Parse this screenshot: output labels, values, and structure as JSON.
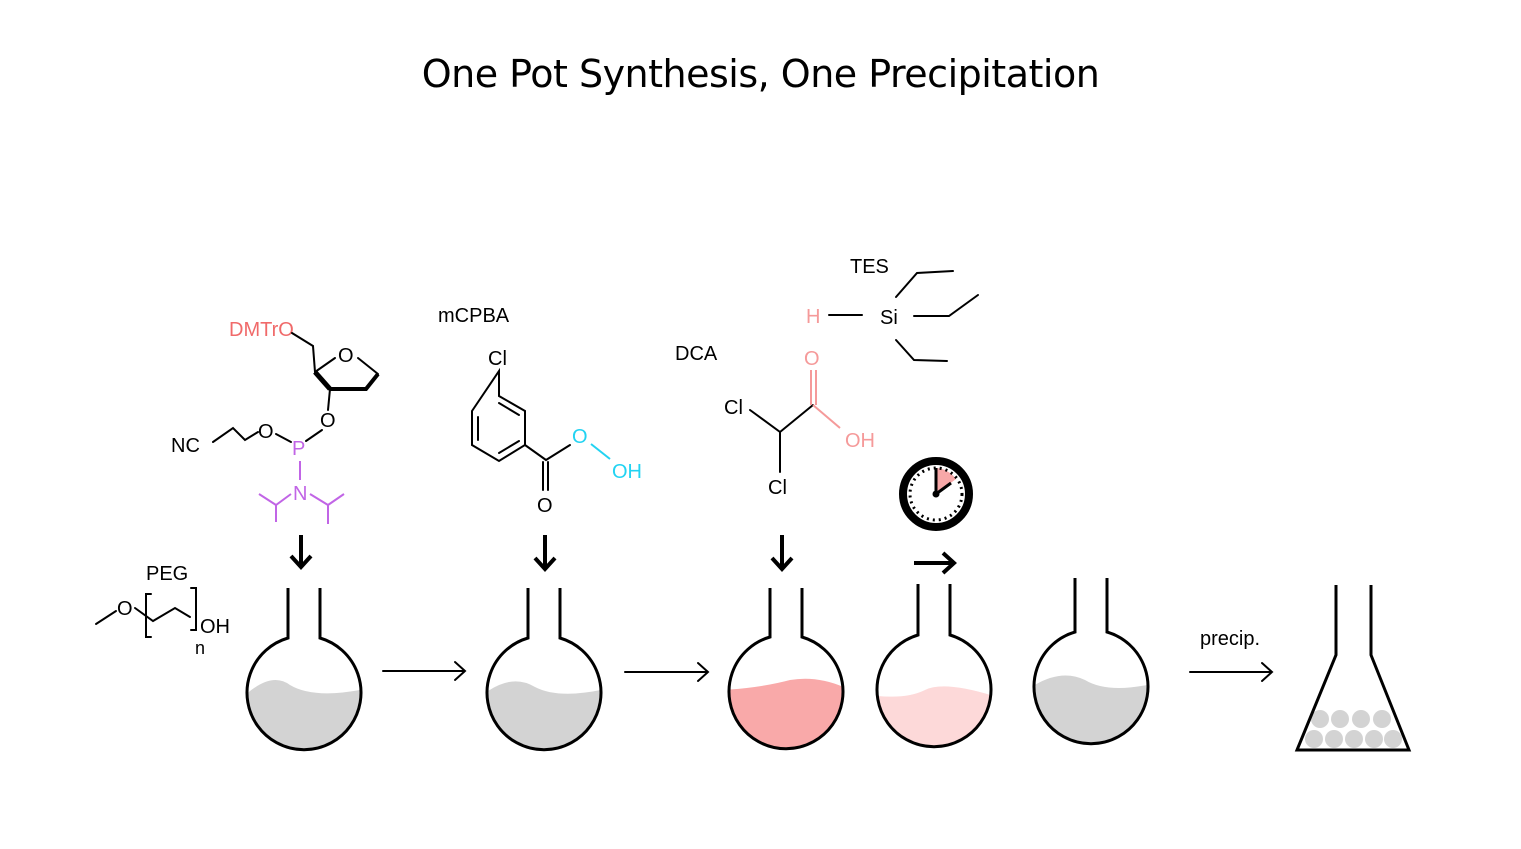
{
  "title": "One Pot Synthesis, One Precipitation",
  "reagents": {
    "phosphoramidite": {
      "protecting_group": "DMTrO",
      "ring_o": "O",
      "o3": "O",
      "o_cyano": "O",
      "nitrile": "NC",
      "phosphorus": "P",
      "nitrogen": "N"
    },
    "peg": {
      "label": "PEG",
      "o": "O",
      "oh": "OH",
      "n": "n"
    },
    "mcpba": {
      "label": "mCPBA",
      "cl": "Cl",
      "o_carbonyl": "O",
      "o_peroxy": "O",
      "oh": "OH"
    },
    "dca": {
      "label": "DCA",
      "cl1": "Cl",
      "cl2": "Cl",
      "o": "O",
      "oh": "OH"
    },
    "tes": {
      "label": "TES",
      "h": "H",
      "si": "Si"
    }
  },
  "steps": {
    "precip_label": "precip."
  },
  "colors": {
    "protecting_group": "#f06a6a",
    "amidite": "#c165e6",
    "peroxy": "#22d3f2",
    "acid": "#f59a9a",
    "liquid_gray": "#d3d3d3",
    "liquid_pink": "#f9a9a9",
    "liquid_light_pink": "#fdd9d9"
  }
}
